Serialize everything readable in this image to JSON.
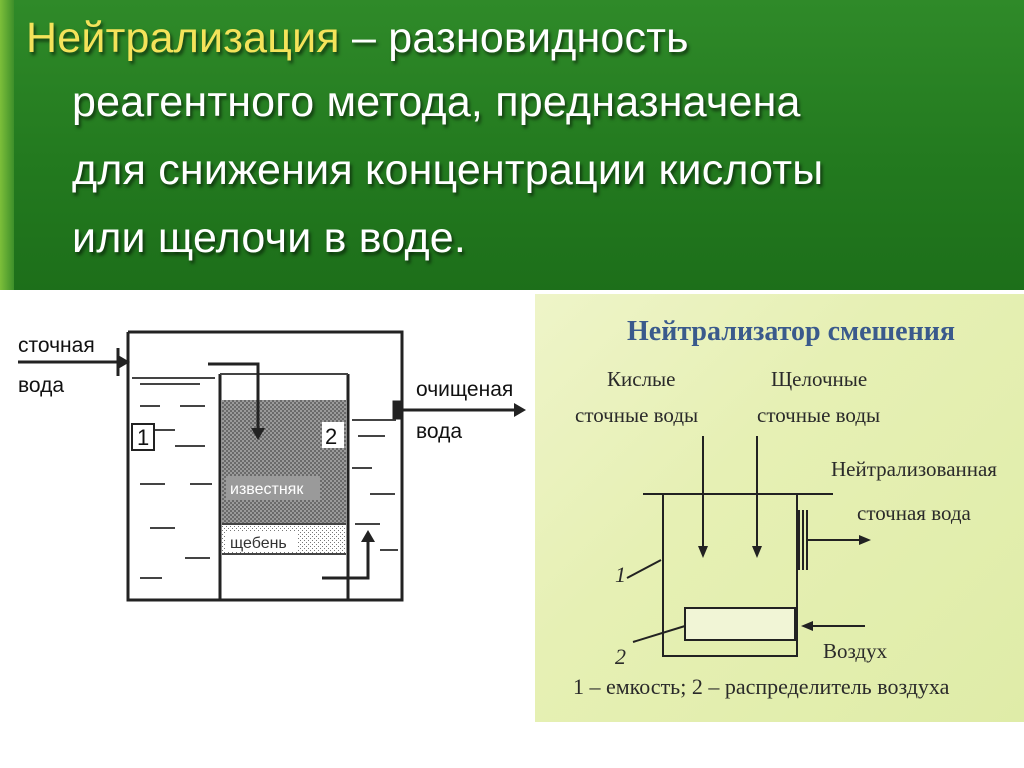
{
  "slide": {
    "heading_term": "Нейтрализация",
    "heading_rest": " – разновидность",
    "line2": "реагентного метода, предназначена",
    "line3": "для снижения концентрации кислоты",
    "line4": "или щелочи в воде."
  },
  "left_diagram": {
    "inlet_label_1": "сточная",
    "inlet_label_2": "вода",
    "outlet_label_1": "очищеная",
    "outlet_label_2": "вода",
    "section_1": "1",
    "section_2": "2",
    "layer_limestone": "известняк",
    "layer_gravel": "щебень"
  },
  "right_diagram": {
    "title": "Нейтрализатор смешения",
    "acid_label_1": "Кислые",
    "acid_label_2": "сточные воды",
    "alkali_label_1": "Щелочные",
    "alkali_label_2": "сточные воды",
    "neutral_label_1": "Нейтрализованная",
    "neutral_label_2": "сточная вода",
    "callout_1": "1",
    "callout_2": "2",
    "air_label": "Воздух",
    "caption": "1 – емкость; 2 – распределитель воздуха"
  }
}
